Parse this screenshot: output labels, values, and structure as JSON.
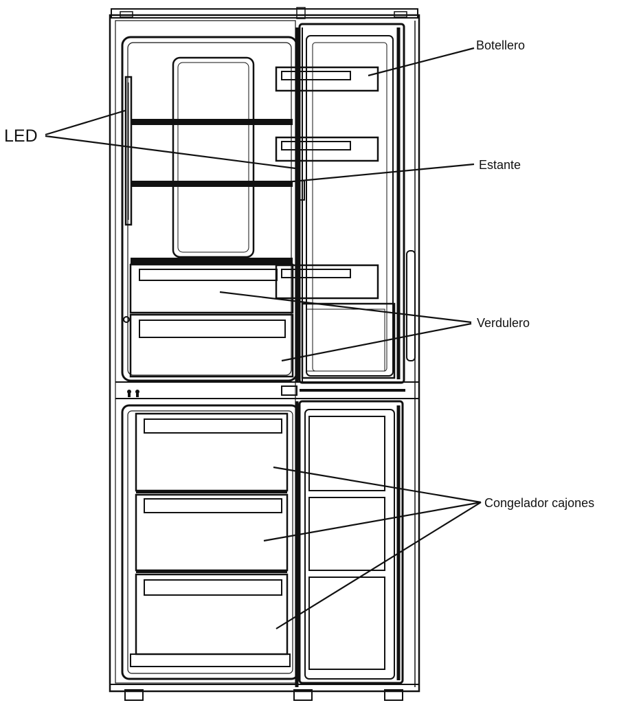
{
  "labels": {
    "led": "LED",
    "bottle_rack": "Botellero",
    "shelf": "Estante",
    "crisper": "Verdulero",
    "freezer_drawers": "Congelador cajones"
  }
}
